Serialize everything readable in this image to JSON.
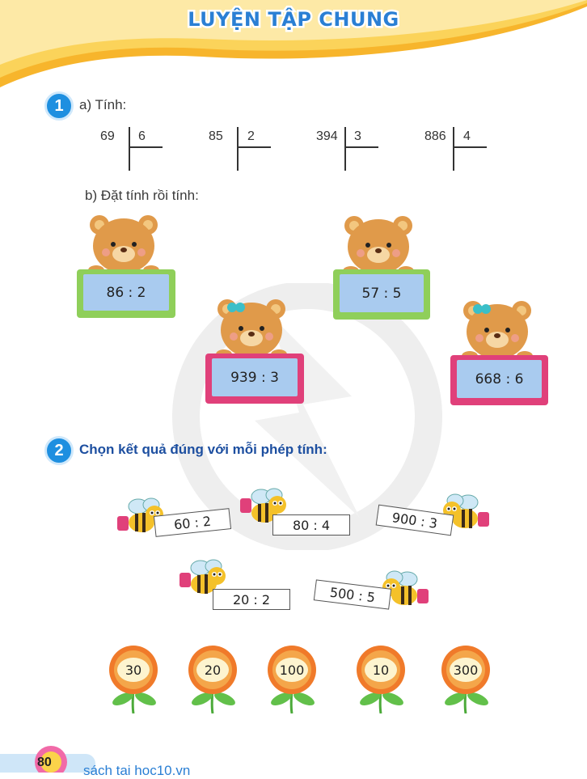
{
  "header": {
    "title": "LUYỆN TẬP CHUNG"
  },
  "exercise1": {
    "number": "1",
    "part_a_label": "a) Tính:",
    "divisions": [
      {
        "dividend": "69",
        "divisor": "6"
      },
      {
        "dividend": "85",
        "divisor": "2"
      },
      {
        "dividend": "394",
        "divisor": "3"
      },
      {
        "dividend": "886",
        "divisor": "4"
      }
    ],
    "part_b_label": "b) Đặt tính rồi tính:",
    "boards": [
      "86 : 2",
      "57 : 5",
      "939 : 3",
      "668 : 6"
    ]
  },
  "exercise2": {
    "number": "2",
    "title": "Chọn kết quả đúng với mỗi phép tính:",
    "bee_cards": [
      "60 : 2",
      "80 : 4",
      "900 : 3",
      "20 : 2",
      "500 : 5"
    ],
    "flowers": [
      "30",
      "20",
      "100",
      "10",
      "300"
    ]
  },
  "footer": {
    "page": "80",
    "text": "sách tai hoc10.vn"
  },
  "colors": {
    "accent": "#1e8fe0",
    "banner": "#f7b52c",
    "board_green": "#8fcf5a",
    "board_pink": "#e0407a"
  }
}
